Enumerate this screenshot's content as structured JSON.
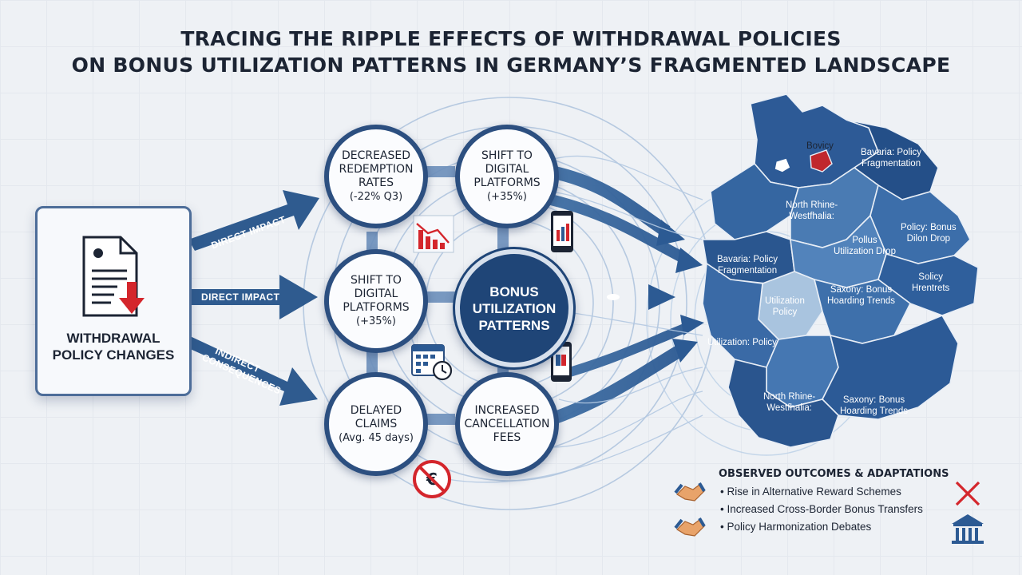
{
  "title": {
    "line1": "TRACING THE RIPPLE EFFECTS OF WITHDRAWAL POLICIES",
    "line2": "ON BONUS UTILIZATION PATTERNS IN GERMANY’S FRAGMENTED LANDSCAPE"
  },
  "source": {
    "label_line1": "WITHDRAWAL",
    "label_line2": "POLICY CHANGES"
  },
  "arrows": {
    "top": "DIRECT IMPACT",
    "middle": "DIRECT IMPACT",
    "bottom_line1": "INDIRECT",
    "bottom_line2": "CONSEQUENCES"
  },
  "nodes": {
    "decreased_redemption": {
      "line1": "DECREASED",
      "line2": "REDEMPTION",
      "line3": "RATES",
      "line4": "(-22% Q3)"
    },
    "shift_digital_top": {
      "line1": "SHIFT TO",
      "line2": "DIGITAL",
      "line3": "PLATFORMS",
      "line4": "(+35%)"
    },
    "shift_digital_mid": {
      "line1": "SHIFT TO",
      "line2": "DIGITAL",
      "line3": "PLATFORMS",
      "line4": "(+35%)"
    },
    "center": {
      "line1": "BONUS",
      "line2": "UTILIZATION",
      "line3": "PATTERNS"
    },
    "delayed_claims": {
      "line1": "DELAYED",
      "line2": "CLAIMS",
      "line3": "(Avg. 45 days)"
    },
    "cancellation_fees": {
      "line1": "INCREASED",
      "line2": "CANCELLATION",
      "line3": "FEES"
    }
  },
  "map_labels": {
    "a": "Bovicy",
    "b_line1": "Bavaria: Policy",
    "b_line2": "Fragmentation",
    "c_line1": "North Rhine-",
    "c_line2": "Westfhalia:",
    "d_line1": "Policy: Bonus",
    "d_line2": "Dilon Drop",
    "e_line1": "Pollus",
    "e_line2": "Utilization Drop",
    "f_line1": "Bavaria: Policy",
    "f_line2": "Fragmentation",
    "g_line1": "Solicy",
    "g_line2": "Hrentrets",
    "h_line1": "Saxony: Bonus",
    "h_line2": "Hoarding Trends",
    "i_line1": "Utilization",
    "i_line2": "Policy",
    "j": "Utilization: Policy",
    "k_line1": "North Rhine-",
    "k_line2": "Westfhalia:",
    "l_line1": "Saxony: Bonus",
    "l_line2": "Hoarding Trends"
  },
  "outcomes": {
    "title": "OBSERVED OUTCOMES & ADAPTATIONS",
    "items": [
      "• Rise in Alternative Reward Schemes",
      "• Increased Cross-Border Bonus Transfers",
      "• Policy Harmonization Debates"
    ]
  },
  "colors": {
    "navy": "#1f4577",
    "steel_blue": "#3f6ea3",
    "light_blue": "#a9c4df",
    "alert_red": "#d4262c",
    "text_dark": "#1c2433"
  }
}
